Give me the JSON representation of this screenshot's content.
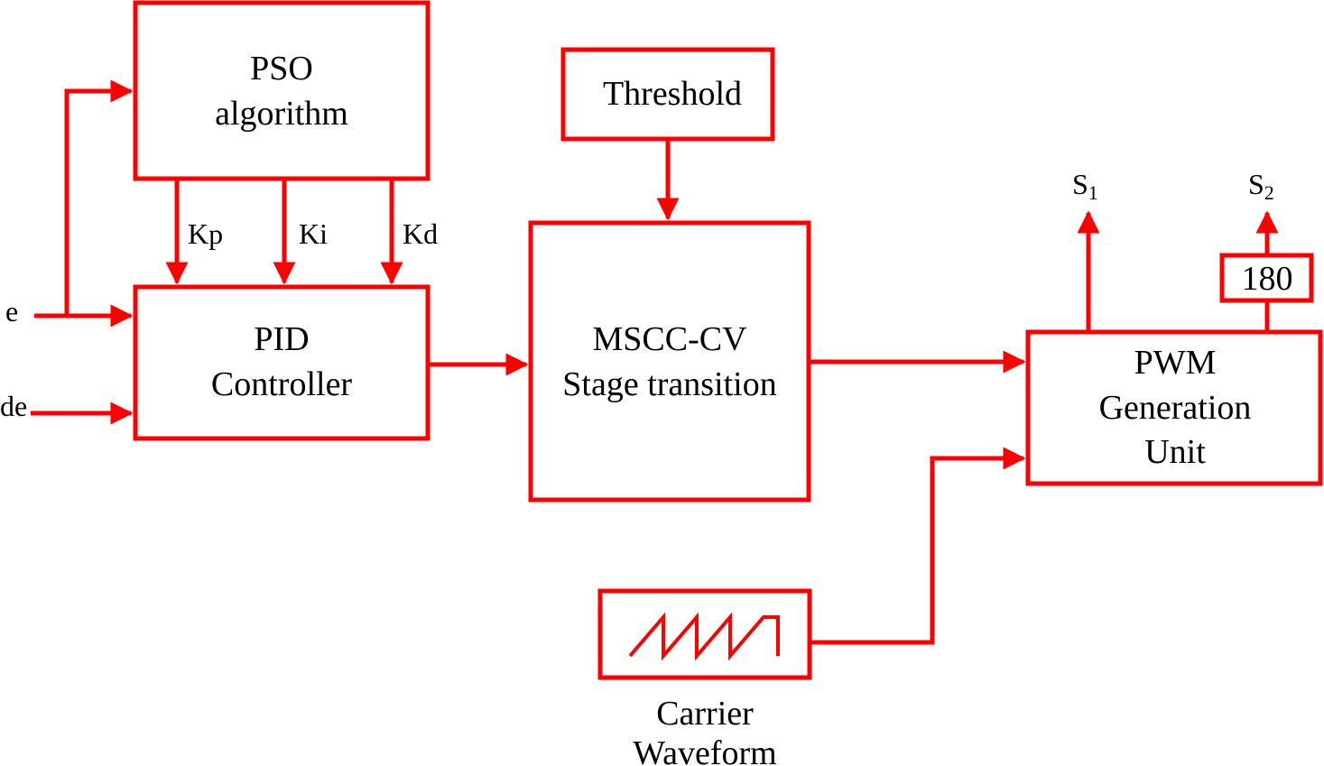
{
  "colors": {
    "stroke": "#ff0000",
    "text": "#000000",
    "background": "#ffffff"
  },
  "blocks": {
    "pso": {
      "line1": "PSO",
      "line2": "algorithm"
    },
    "pid": {
      "line1": "PID",
      "line2": "Controller"
    },
    "threshold": {
      "label": "Threshold"
    },
    "mscc": {
      "line1": "MSCC-CV",
      "line2": "Stage transition"
    },
    "pwm": {
      "line1": "PWM",
      "line2": "Generation",
      "line3": "Unit"
    },
    "phase_shift": {
      "label": "180"
    },
    "carrier": {
      "line1": "Carrier",
      "line2": "Waveform"
    }
  },
  "signals": {
    "kp": "Kp",
    "ki": "Ki",
    "kd": "Kd",
    "e": "e",
    "de": "de",
    "s1": {
      "letter": "S",
      "sub": "1"
    },
    "s2": {
      "letter": "S",
      "sub": "2"
    }
  }
}
